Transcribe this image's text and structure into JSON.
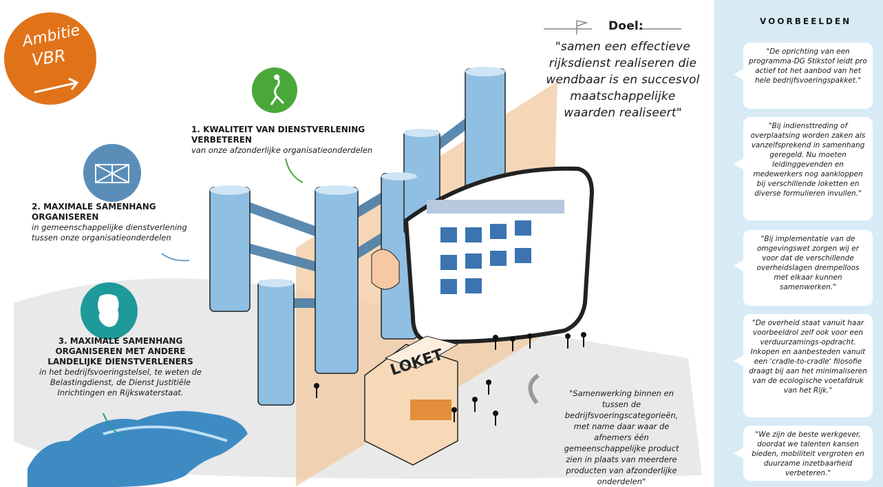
{
  "badge": {
    "line1": "Ambitie",
    "line2": "VBR"
  },
  "goal": {
    "title": "Doel:",
    "text": "\"samen een effectieve rijksdienst realiseren die wendbaar is en succesvol maatschappelijke waarden realiseert\""
  },
  "steps": [
    {
      "title": "1. KWALITEIT VAN DIENSTVERLENING VERBETEREN",
      "sub": "van onze afzonderlijke organisatieonderdelen"
    },
    {
      "title": "2. MAXIMALE SAMENHANG ORGANISEREN",
      "sub": "in gemeenschappelijke dienstverlening tussen onze organisatieonderdelen"
    },
    {
      "title": "3. MAXIMALE SAMENHANG ORGANISEREN MET ANDERE LANDELIJKE DIENSTVERLENERS",
      "sub": "in het bedrijfsvoeringstelsel, te weten de Belastingdienst, de Dienst Justitiële Inrichtingen en Rijkswaterstaat."
    }
  ],
  "loket": "LOKET",
  "main_quote": "\"Samenwerking binnen en tussen de bedrijfsvoeringscategorieën, met name daar waar de afnemers één gemeenschappelijke product zien in plaats van meerdere producten van afzonderlijke onderdelen\"",
  "examples": {
    "title": "VOORBEELDEN",
    "items": [
      "\"De oprichting van een programma-DG Stikstof leidt pro actief tot het aanbod van het hele bedrijfsvoeringspakket.\"",
      "\"Bij indiensttreding of overplaatsing worden zaken als vanzelfsprekend in samenhang geregeld. Nu moeten leidinggevenden en medewerkers nog aankloppen bij verschillende loketten en diverse formulieren invullen.\"",
      "\"Bij implementatie van de omgevingswet zorgen wij er voor dat de verschillende overheidslagen drempelloos met elkaar kunnen samenwerken.\"",
      "\"De overheid staat vanuit haar voorbeeldrol zelf ook voor een verduurzamings-opdracht. Inkopen en aanbesteden vanuit een 'cradle-to-cradle' filosofie draagt bij aan het minimaliseren van de ecologische voetafdruk van het Rijk.\"",
      "\"We zijn de beste werkgever, doordat we talenten kansen bieden, mobiliteit vergroten en duurzame inzetbaarheid verbeteren.\""
    ]
  },
  "colors": {
    "orange": "#e0731a",
    "green": "#4aa83a",
    "blue": "#5a8eb8",
    "teal": "#1e9a9a",
    "panel": "#d7eaf6",
    "pillar": "#8fbfe3",
    "sheet": "#f2c9a0"
  },
  "icons": [
    "arrow-right-icon",
    "flag-icon",
    "person-leap-icon",
    "bridge-icon",
    "netherlands-map-icon",
    "tablet-screen-icon",
    "loket-kiosk-icon",
    "curved-arrow-icon"
  ]
}
